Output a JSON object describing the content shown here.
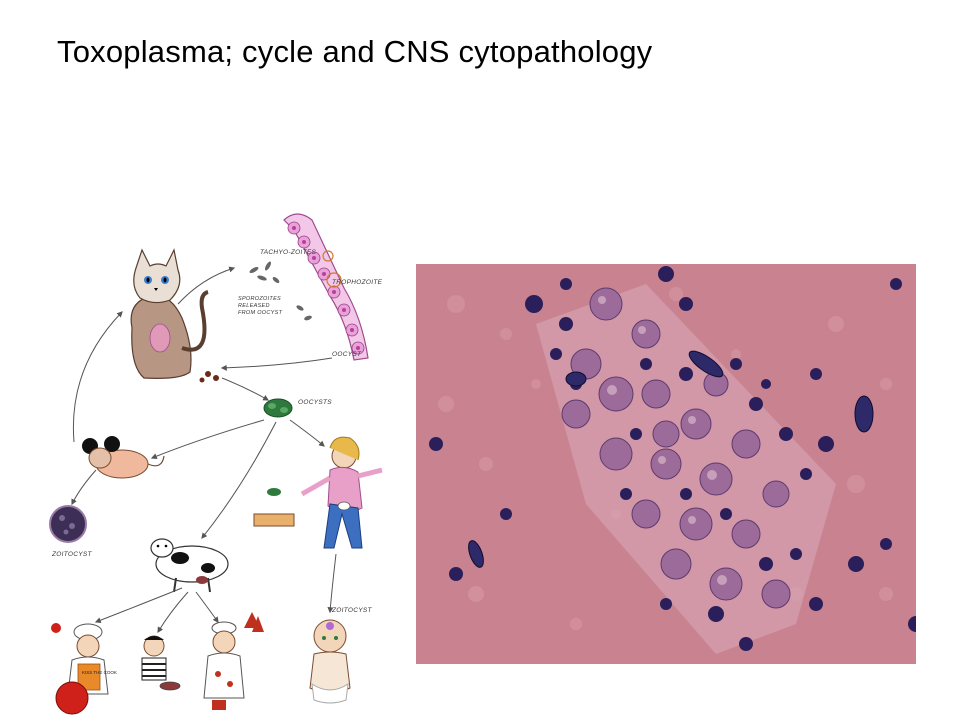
{
  "slide": {
    "title": "Toxoplasma; cycle and CNS cytopathology"
  },
  "cycle_drawing": {
    "labels": {
      "tachyzoites": "TACHYO-ZOITES",
      "sporozoites": "SPOROZOITES RELEASED FROM OOCYST",
      "trophozoite": "TROPHOZOITE",
      "oocyst": "OOCYST",
      "oocysts": "OOCYSTS",
      "bradyzoite_mouse": "ZOITOCYST",
      "bradyzoite_baby": "ZOITOCYST",
      "apron": "KISS THE COOK"
    }
  },
  "colors": {
    "tissue_background": "#c5808b",
    "nucleus": "#2a1f5a",
    "cell_cytoplasm": "#9a6d9c",
    "halo": "#e3c3d2"
  }
}
